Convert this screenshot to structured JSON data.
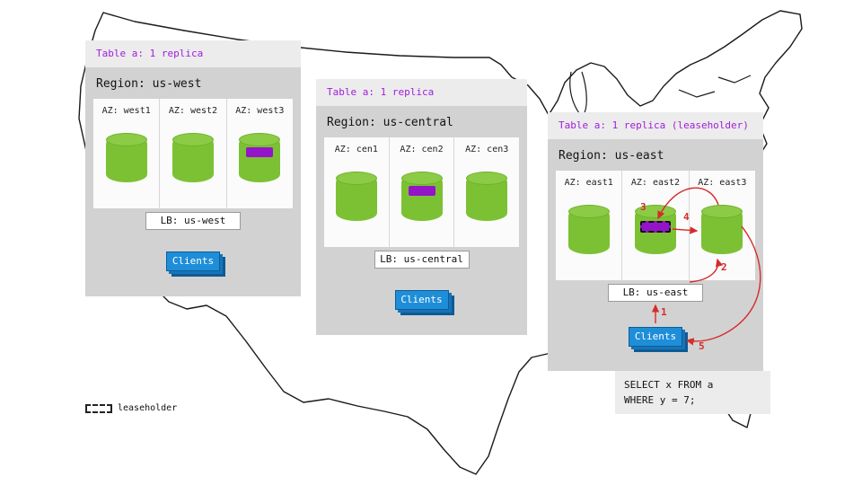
{
  "legend": {
    "label": "leaseholder"
  },
  "query_box": {
    "line1": "SELECT x FROM a",
    "line2": "WHERE y = 7;"
  },
  "arrows": {
    "steps": [
      "1",
      "2",
      "3",
      "4",
      "5"
    ]
  },
  "regions": [
    {
      "table_label": "Table a: 1 replica",
      "region_label": "Region: us-west",
      "azs": [
        {
          "label": "AZ: west1",
          "replica": false,
          "leaseholder": false
        },
        {
          "label": "AZ: west2",
          "replica": false,
          "leaseholder": false
        },
        {
          "label": "AZ: west3",
          "replica": true,
          "leaseholder": false
        }
      ],
      "lb_label": "LB: us-west",
      "clients_label": "Clients"
    },
    {
      "table_label": "Table a: 1 replica",
      "region_label": "Region: us-central",
      "azs": [
        {
          "label": "AZ: cen1",
          "replica": false,
          "leaseholder": false
        },
        {
          "label": "AZ: cen2",
          "replica": true,
          "leaseholder": false
        },
        {
          "label": "AZ: cen3",
          "replica": false,
          "leaseholder": false
        }
      ],
      "lb_label": "LB: us-central",
      "clients_label": "Clients"
    },
    {
      "table_label": "Table a: 1 replica (leaseholder)",
      "region_label": "Region: us-east",
      "azs": [
        {
          "label": "AZ: east1",
          "replica": false,
          "leaseholder": false
        },
        {
          "label": "AZ: east2",
          "replica": true,
          "leaseholder": true
        },
        {
          "label": "AZ: east3",
          "replica": false,
          "leaseholder": false
        }
      ],
      "lb_label": "LB: us-east",
      "clients_label": "Clients"
    }
  ],
  "colors": {
    "replica_green": "#7cc133",
    "leaseholder_purple": "#9414c9",
    "table_label_purple": "#a21ddb",
    "clients_blue": "#1e8ed8",
    "arrow_red": "#d62b2b",
    "panel_gray": "#d2d2d2"
  }
}
